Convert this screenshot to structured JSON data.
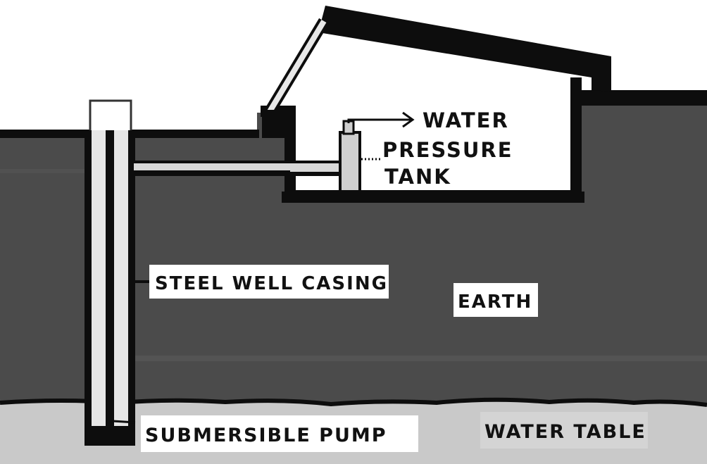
{
  "labels": {
    "water": "WATER",
    "pressure": "PRESSURE",
    "tank": "TANK",
    "casing": "STEEL WELL CASING",
    "earth": "EARTH",
    "pump": "SUBMERSIBLE PUMP",
    "water_table": "WATER TABLE"
  },
  "colors": {
    "earth": "#4b4b4b",
    "outline": "#0d0d0d",
    "water_table": "#c9c9c9",
    "background": "#ffffff",
    "label_bg": "#ffffff"
  }
}
